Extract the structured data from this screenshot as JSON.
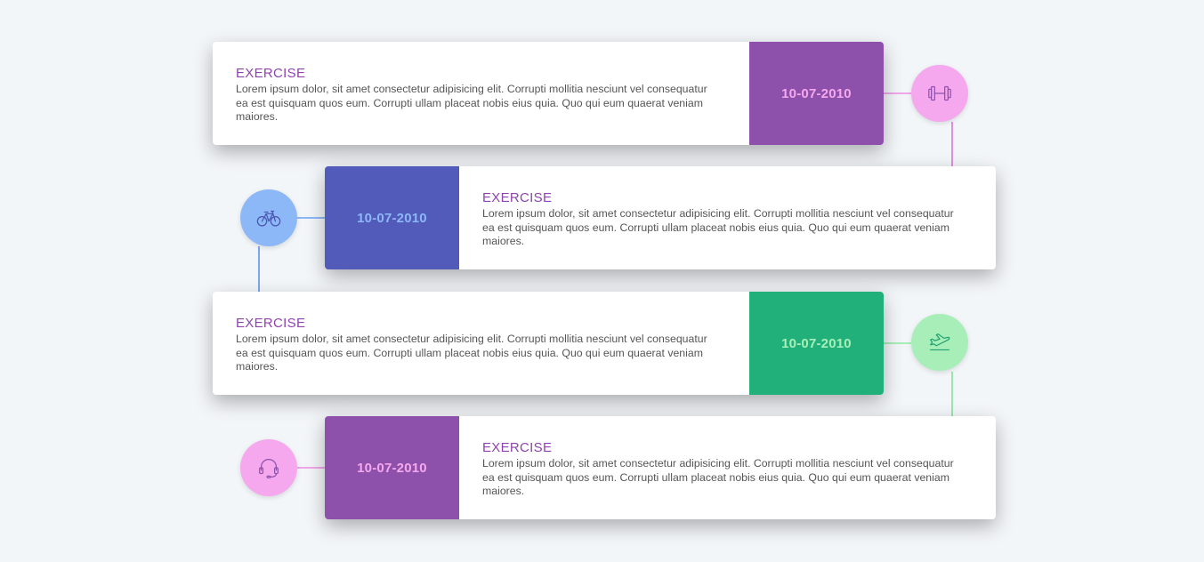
{
  "timeline": [
    {
      "title": "EXERCISE",
      "text": "Lorem ipsum dolor, sit amet consectetur adipisicing elit. Corrupti mollitia nesciunt vel consequatur ea est quisquam quos eum. Corrupti ullam placeat nobis eius quia. Quo qui eum quaerat veniam maiores.",
      "date": "10-07-2010",
      "icon": "dumbbell-icon",
      "accent": "#8e51ab",
      "circle_color": "#f5a8ed"
    },
    {
      "title": "EXERCISE",
      "text": "Lorem ipsum dolor, sit amet consectetur adipisicing elit. Corrupti mollitia nesciunt vel consequatur ea est quisquam quos eum. Corrupti ullam placeat nobis eius quia. Quo qui eum quaerat veniam maiores.",
      "date": "10-07-2010",
      "icon": "bicycle-icon",
      "accent": "#525aba",
      "circle_color": "#8cb8f8"
    },
    {
      "title": "EXERCISE",
      "text": "Lorem ipsum dolor, sit amet consectetur adipisicing elit. Corrupti mollitia nesciunt vel consequatur ea est quisquam quos eum. Corrupti ullam placeat nobis eius quia. Quo qui eum quaerat veniam maiores.",
      "date": "10-07-2010",
      "icon": "airplane-icon",
      "accent": "#22b07a",
      "circle_color": "#a8eeb9"
    },
    {
      "title": "EXERCISE",
      "text": "Lorem ipsum dolor, sit amet consectetur adipisicing elit. Corrupti mollitia nesciunt vel consequatur ea est quisquam quos eum. Corrupti ullam placeat nobis eius quia. Quo qui eum quaerat veniam maiores.",
      "date": "10-07-2010",
      "icon": "headset-icon",
      "accent": "#8e51ab",
      "circle_color": "#f5a8ed"
    }
  ]
}
